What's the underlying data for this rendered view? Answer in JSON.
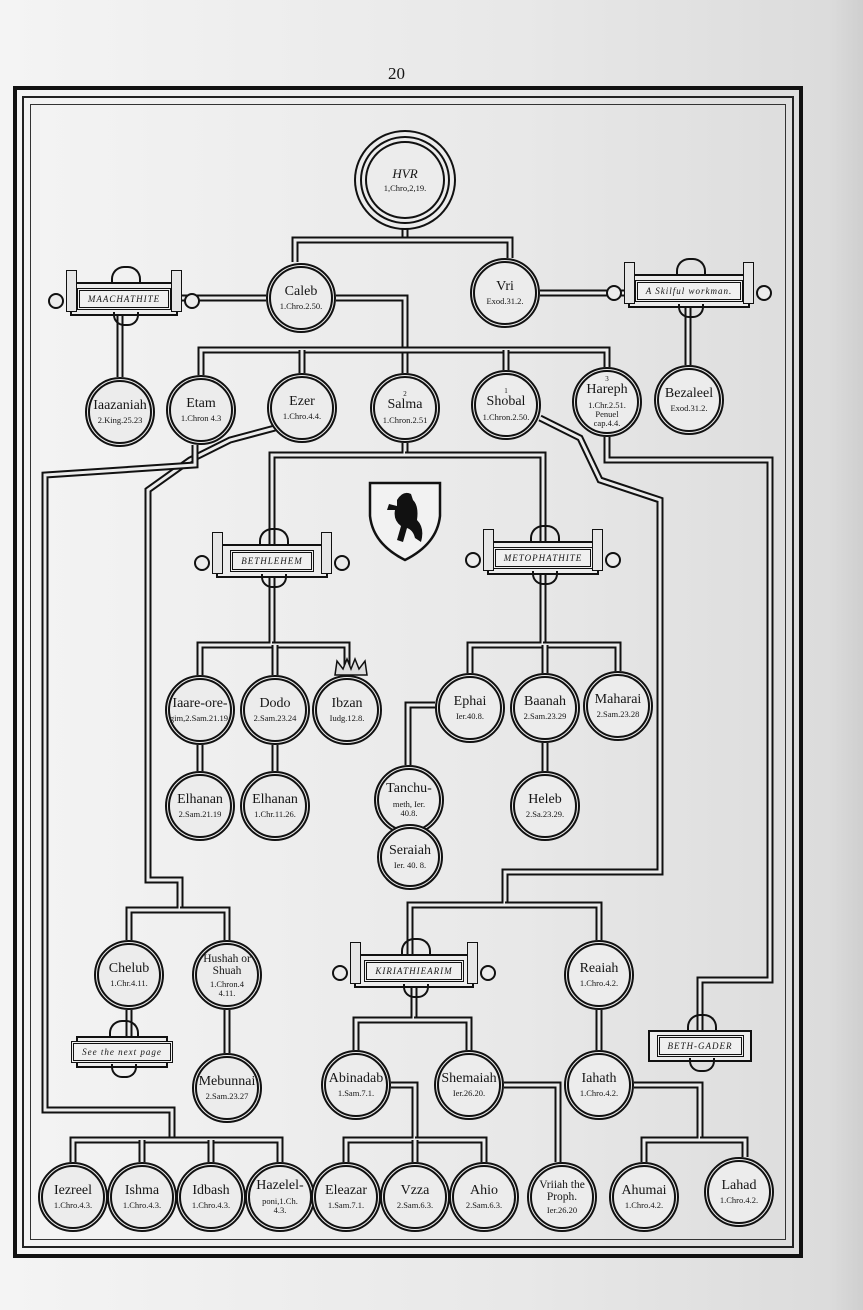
{
  "page_number": "20",
  "root": {
    "name": "HVR",
    "ref": "1,Chro,2,19."
  },
  "cartouches": {
    "maachathite": "MAACHATHITE",
    "skilful": "A Skilful workman.",
    "bethlehem": "BETHLEHEM",
    "metophathite": "METOPHATHITE",
    "kiriathiearim": "KIRIATHIEARIM",
    "see_next_page": "See the next page",
    "beth_gader": "BETH-GADER"
  },
  "nodes": [
    {
      "id": "caleb",
      "name": "Caleb",
      "ref": "1.Chro.2.50."
    },
    {
      "id": "vri",
      "name": "Vri",
      "ref": "Exod.31.2."
    },
    {
      "id": "iaazaniah",
      "name": "Iaazaniah",
      "ref": "2.King.25.23"
    },
    {
      "id": "etam",
      "name": "Etam",
      "ref": "1.Chron 4.3"
    },
    {
      "id": "ezer",
      "name": "Ezer",
      "ref": "1.Chro.4.4."
    },
    {
      "id": "salma",
      "sup": "2",
      "name": "Salma",
      "ref": "1.Chron.2.51"
    },
    {
      "id": "shobal",
      "sup": "1",
      "name": "Shobal",
      "ref": "1.Chron.2.50."
    },
    {
      "id": "hareph",
      "sup": "3",
      "name": "Hareph",
      "ref": "1.Chr.2.51. Penuel cap.4.4."
    },
    {
      "id": "bezaleel",
      "name": "Bezaleel",
      "ref": "Exod.31.2."
    },
    {
      "id": "iaare",
      "name": "Iaare-ore-",
      "ref": "gim,2.Sam.21.19."
    },
    {
      "id": "dodo",
      "name": "Dodo",
      "ref": "2.Sam.23.24"
    },
    {
      "id": "ibzan",
      "name": "Ibzan",
      "ref": "Iudg.12.8."
    },
    {
      "id": "ephai",
      "name": "Ephai",
      "ref": "Ier.40.8."
    },
    {
      "id": "baanah",
      "name": "Baanah",
      "ref": "2.Sam.23.29"
    },
    {
      "id": "maharai",
      "name": "Maharai",
      "ref": "2.Sam.23.28"
    },
    {
      "id": "elhanan1",
      "name": "Elhanan",
      "ref": "2.Sam.21.19"
    },
    {
      "id": "elhanan2",
      "name": "Elhanan",
      "ref": "1.Chr.11.26."
    },
    {
      "id": "tanchumeth",
      "name": "Tanchu-",
      "ref": "meth, Ier. 40.8."
    },
    {
      "id": "seraiah",
      "name": "Seraiah",
      "ref": "Ier. 40. 8."
    },
    {
      "id": "heleb",
      "name": "Heleb",
      "ref": "2.Sa.23.29."
    },
    {
      "id": "chelub",
      "name": "Chelub",
      "ref": "1.Chr.4.11."
    },
    {
      "id": "hushah",
      "name": "Hushah or Shuah",
      "ref": "1.Chron.4 4.11."
    },
    {
      "id": "reaiah",
      "name": "Reaiah",
      "ref": "1.Chro.4.2."
    },
    {
      "id": "mebunnai",
      "name": "Mebunnai",
      "ref": "2.Sam.23.27"
    },
    {
      "id": "abinadab",
      "name": "Abinadab",
      "ref": "1.Sam.7.1."
    },
    {
      "id": "shemaiah",
      "name": "Shemaiah",
      "ref": "Ier.26.20."
    },
    {
      "id": "iahath",
      "name": "Iahath",
      "ref": "1.Chro.4.2."
    },
    {
      "id": "iezreel",
      "name": "Iezreel",
      "ref": "1.Chro.4.3."
    },
    {
      "id": "ishma",
      "name": "Ishma",
      "ref": "1.Chro.4.3."
    },
    {
      "id": "idbash",
      "name": "Idbash",
      "ref": "1.Chro.4.3."
    },
    {
      "id": "hazelelponi",
      "name": "Hazelel-",
      "ref": "poni,1.Ch. 4.3."
    },
    {
      "id": "eleazar",
      "name": "Eleazar",
      "ref": "1.Sam.7.1."
    },
    {
      "id": "vzza",
      "name": "Vzza",
      "ref": "2.Sam.6.3."
    },
    {
      "id": "ahio",
      "name": "Ahio",
      "ref": "2.Sam.6.3."
    },
    {
      "id": "vriiah",
      "name": "Vriiah the Proph.",
      "ref": "Ier.26.20"
    },
    {
      "id": "ahumai",
      "name": "Ahumai",
      "ref": "1.Chro.4.2."
    },
    {
      "id": "lahad",
      "name": "Lahad",
      "ref": "1.Chro.4.2."
    }
  ]
}
